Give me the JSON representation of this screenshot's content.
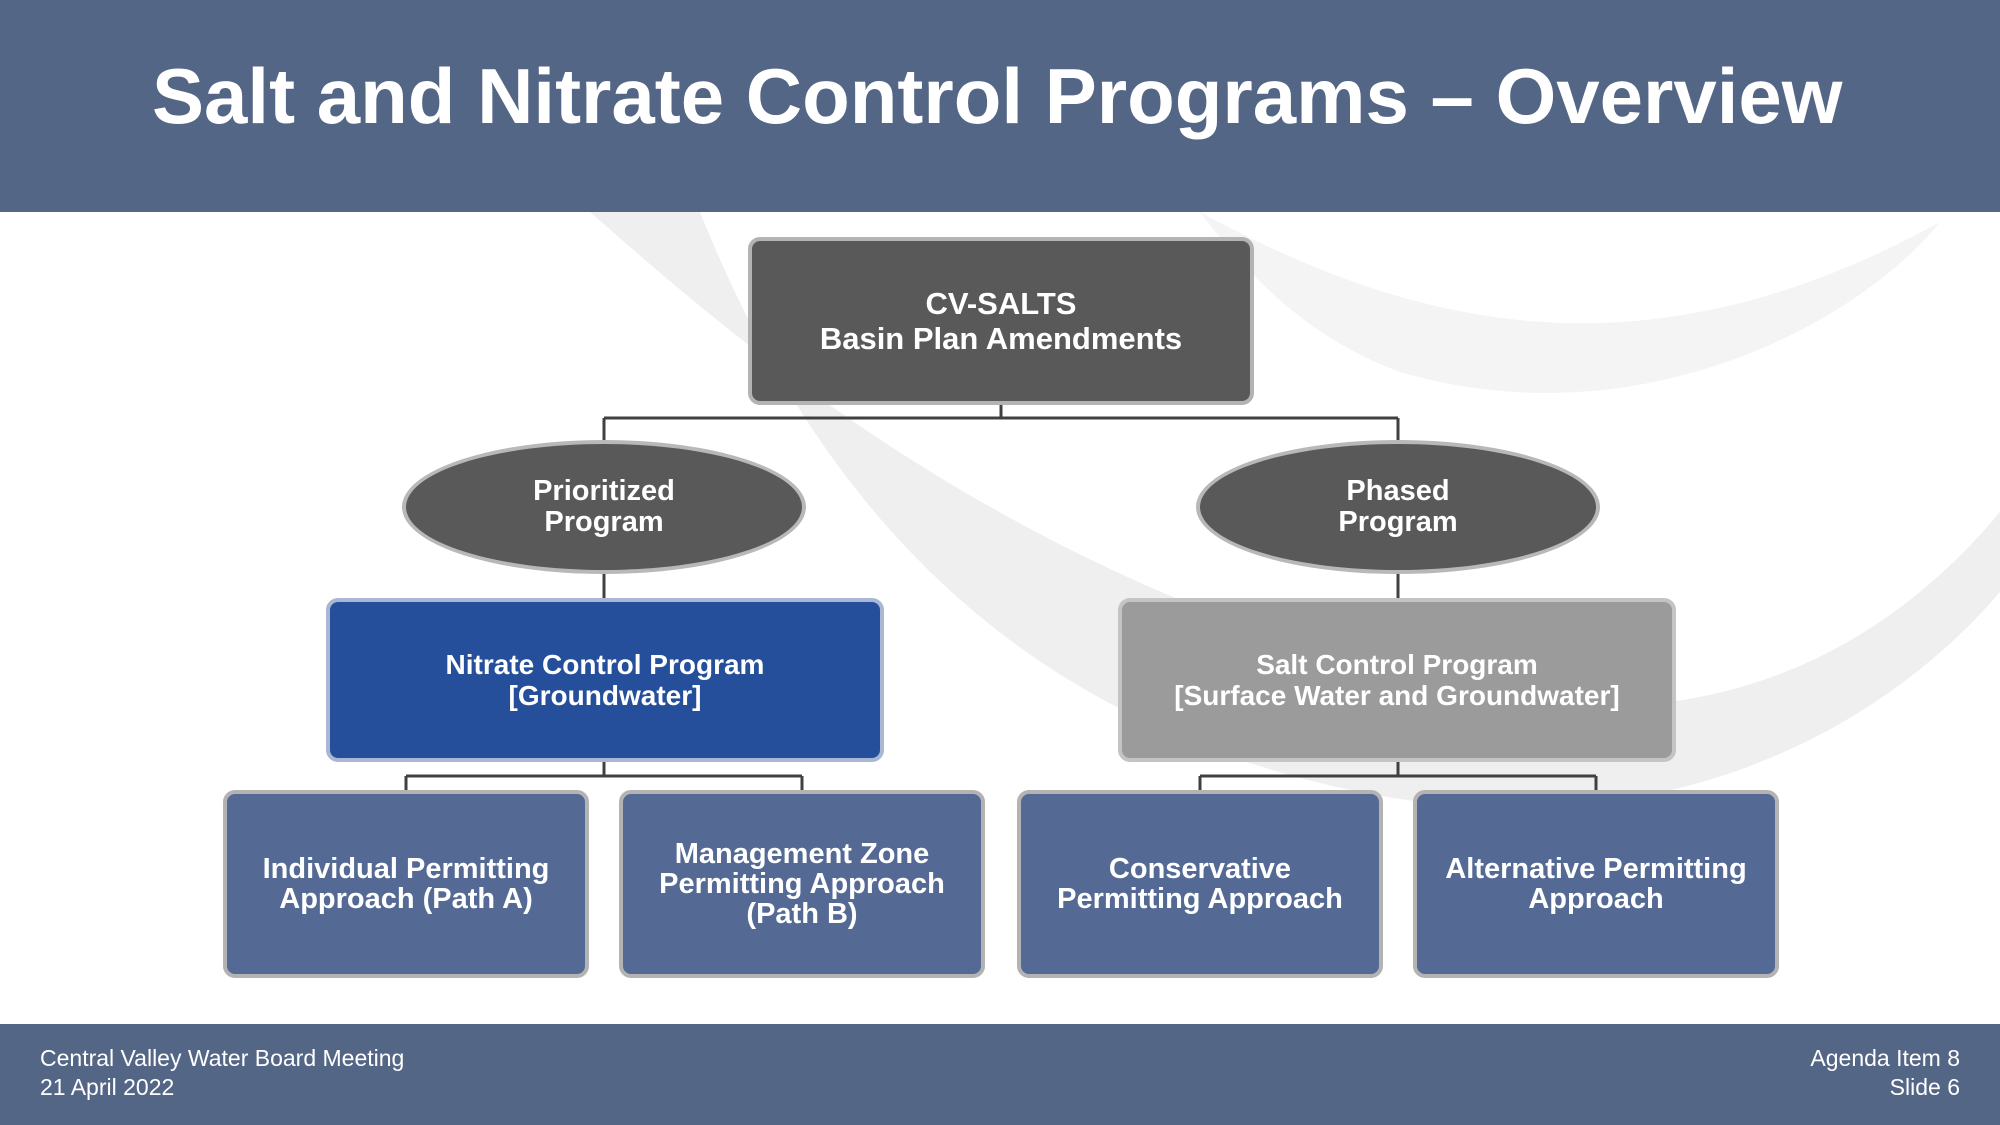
{
  "slide": {
    "title": "Salt and Nitrate Control Programs – Overview"
  },
  "diagram": {
    "root": {
      "label": "CV-SALTS\nBasin Plan Amendments"
    },
    "branches": [
      {
        "program_type": "Prioritized\nProgram",
        "program": "Nitrate Control Program\n[Groundwater]",
        "approaches": [
          "Individual Permitting\nApproach (Path A)",
          "Management Zone\nPermitting Approach\n(Path B)"
        ]
      },
      {
        "program_type": "Phased\nProgram",
        "program": "Salt Control Program\n[Surface Water and Groundwater]",
        "approaches": [
          "Conservative\nPermitting Approach",
          "Alternative Permitting\nApproach"
        ]
      }
    ]
  },
  "footer": {
    "meeting": "Central Valley Water Board Meeting",
    "date": "21 April 2022",
    "agenda_item": "Agenda Item 8",
    "slide_number": "Slide 6"
  },
  "colors": {
    "header_bar": "#546685",
    "root_fill": "#595959",
    "ellipse_fill": "#595959",
    "nitrate_fill": "#254f9a",
    "salt_fill": "#9b9b9b",
    "approach_fill": "#546a94",
    "connector": "#404040"
  }
}
